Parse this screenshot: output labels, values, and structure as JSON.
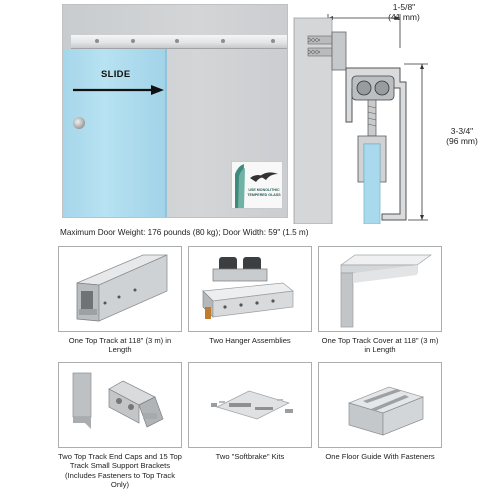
{
  "hero": {
    "slide_label": "SLIDE",
    "logo_text": "USE MONOLITHIC TEMPERED GLASS"
  },
  "diagram": {
    "width_imperial": "1-5/8\"",
    "width_metric": "(41 mm)",
    "height_imperial": "3-3/4\"",
    "height_metric": "(96 mm)"
  },
  "spec": "Maximum Door Weight: 176 pounds (80 kg); Door Width: 59\" (1.5 m)",
  "components": [
    {
      "name": "top-track",
      "caption": "One Top Track at 118\" (3 m) in Length"
    },
    {
      "name": "hanger-assemblies",
      "caption": "Two Hanger Assemblies"
    },
    {
      "name": "top-track-cover",
      "caption": "One Top Track Cover at 118\" (3 m) in Length"
    },
    {
      "name": "end-caps-brackets",
      "caption": "Two Top Track End Caps and 15 Top Track Small Support Brackets (Includes Fasteners to Top Track Only)"
    },
    {
      "name": "softbrake-kits",
      "caption": "Two \"Softbrake\" Kits"
    },
    {
      "name": "floor-guide",
      "caption": "One Floor Guide With Fasteners"
    }
  ]
}
